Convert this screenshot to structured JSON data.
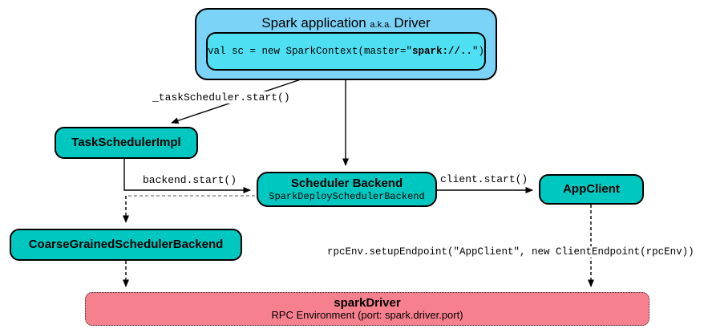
{
  "diagram": {
    "driver_box": {
      "title_main": "Spark application ",
      "title_aka": "a.k.a. ",
      "title_suffix": "Driver",
      "code_prefix": "val sc = new SparkContext(master=\"",
      "code_bold": "spark://..",
      "code_suffix": "\")"
    },
    "nodes": {
      "task_scheduler": "TaskSchedulerImpl",
      "scheduler_backend_title": "Scheduler Backend",
      "scheduler_backend_subtitle": "SparkDeploySchedulerBackend",
      "app_client": "AppClient",
      "coarse_grained": "CoarseGrainedSchedulerBackend",
      "spark_driver_title": "sparkDriver",
      "spark_driver_subtitle": "RPC Environment (port: spark.driver.port)"
    },
    "edge_labels": {
      "task_scheduler_start": "_taskScheduler.start()",
      "backend_start": "backend.start()",
      "client_start": "client.start()",
      "rpc_setup": "rpcEnv.setupEndpoint(\"AppClient\", new ClientEndpoint(rpcEnv))"
    },
    "colors": {
      "driver_fill": "#7BD4F8",
      "code_fill": "#4EE0F2",
      "node_fill": "#00C8C0",
      "rpc_env_fill": "#F7808E",
      "line": "#000000"
    }
  }
}
